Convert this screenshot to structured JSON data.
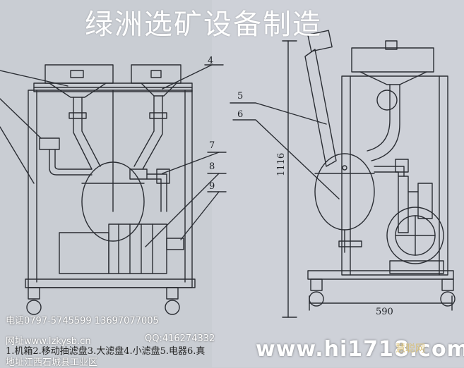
{
  "title": "绿洲选矿设备制造",
  "callouts": {
    "left": [
      "4",
      "7",
      "8",
      "9"
    ],
    "right": [
      "5",
      "6"
    ]
  },
  "dimensions": {
    "height": "1116",
    "width": "590"
  },
  "caption": "1.机箱2.移动抽滤盘3.大滤盘4.小滤盘5.电器6.真",
  "contact": {
    "phone": "电话0797-5745599  13697077005",
    "website": "网址www.lzkysb.cn",
    "qq": "QQ:416274332",
    "address": "地址江西石城县工业区"
  },
  "watermark": {
    "text": "www.hi1718.com",
    "cn": "慧聪网"
  },
  "colors": {
    "paper": "#c9cdd3",
    "ink": "#2a2d33",
    "overlay": "#ffffff"
  }
}
